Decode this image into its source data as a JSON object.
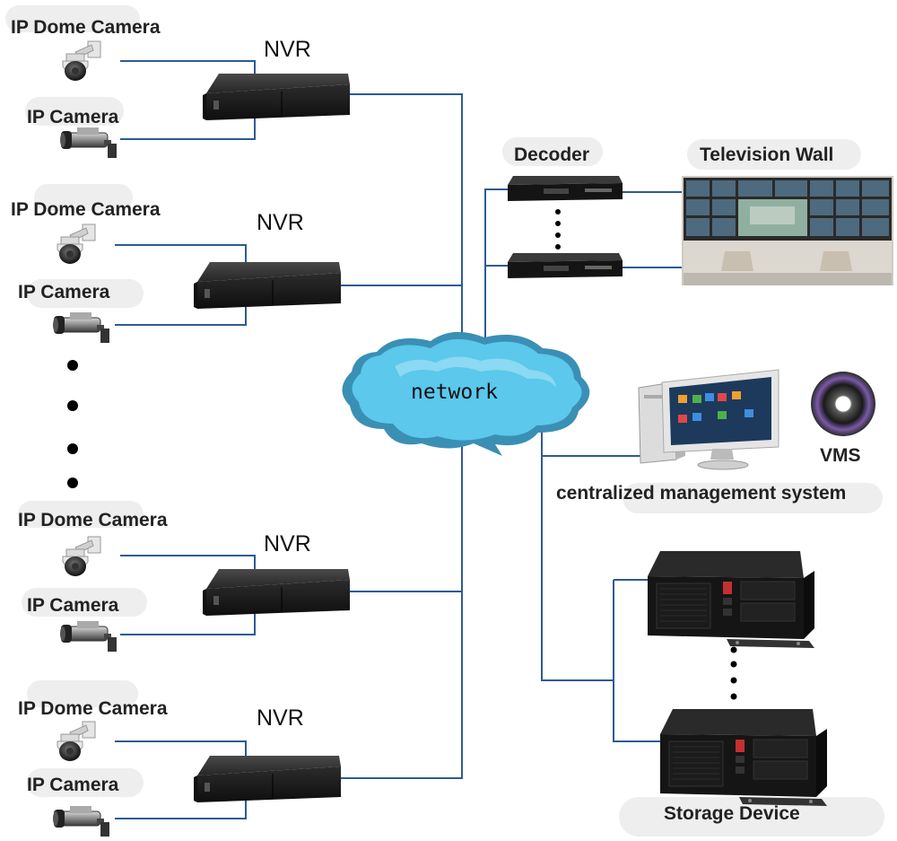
{
  "labels": {
    "ip_dome_camera": "IP Dome Camera",
    "ip_camera": "IP Camera",
    "nvr": "NVR",
    "network": "network",
    "decoder": "Decoder",
    "television_wall": "Television Wall",
    "vms": "VMS",
    "cms": "centralized management system",
    "storage_device": "Storage Device"
  },
  "colors": {
    "wire": "#2e5b93",
    "cloud_fill": "#5bc8ec",
    "cloud_shade": "#3a8fb5",
    "device_body": "#1e1e1e"
  }
}
